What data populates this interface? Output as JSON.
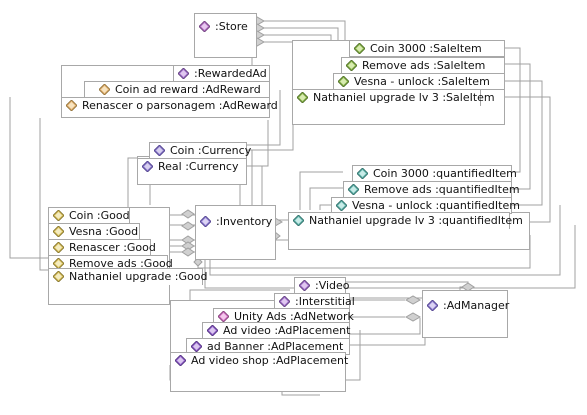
{
  "diagram": {
    "nodes": {
      "store": {
        "label": ":Store",
        "kind": "store",
        "color": "#b070c0"
      },
      "sale_coin": {
        "label": "Coin 3000 :SaleItem",
        "kind": "sale",
        "color": "#86b04a"
      },
      "sale_ads": {
        "label": "Remove ads :SaleItem",
        "kind": "sale",
        "color": "#86b04a"
      },
      "sale_vesna": {
        "label": "Vesna - unlock :SaleItem",
        "kind": "sale",
        "color": "#86b04a"
      },
      "sale_nat": {
        "label": "Nathaniel upgrade lv 3 :SaleItem",
        "kind": "sale",
        "color": "#86b04a"
      },
      "rewarded": {
        "label": ":RewardedAd",
        "kind": "rewarded",
        "color": "#a070c8"
      },
      "reward_coin": {
        "label": "Coin ad reward :AdReward",
        "kind": "reward",
        "color": "#e0b070"
      },
      "reward_renascer": {
        "label": "Renascer o parsonagem :AdReward",
        "kind": "reward",
        "color": "#e0b070"
      },
      "cur_coin": {
        "label": "Coin :Currency",
        "kind": "currency",
        "color": "#8878c8"
      },
      "cur_real": {
        "label": "Real :Currency",
        "kind": "currency",
        "color": "#8878c8"
      },
      "q_coin": {
        "label": "Coin 3000 :quantifiedItem",
        "kind": "quantified",
        "color": "#60b0a8"
      },
      "q_ads": {
        "label": "Remove ads :quantifiedItem",
        "kind": "quantified",
        "color": "#60b0a8"
      },
      "q_vesna": {
        "label": "Vesna - unlock  :quantifiedItem",
        "kind": "quantified",
        "color": "#60b0a8"
      },
      "q_nat": {
        "label": "Nathaniel upgrade lv 3 :quantifiedItem",
        "kind": "quantified",
        "color": "#60b0a8"
      },
      "good_coin": {
        "label": "Coin :Good",
        "kind": "good",
        "color": "#d8c060"
      },
      "good_vesna": {
        "label": "Vesna :Good",
        "kind": "good",
        "color": "#d8c060"
      },
      "good_renascer": {
        "label": "Renascer :Good",
        "kind": "good",
        "color": "#d8c060"
      },
      "good_ads": {
        "label": "Remove ads :Good",
        "kind": "good",
        "color": "#d8c060"
      },
      "good_nat": {
        "label": "Nathaniel upgrade :Good",
        "kind": "good",
        "color": "#d8c060"
      },
      "inventory": {
        "label": ":Inventory",
        "kind": "inventory",
        "color": "#9080d0"
      },
      "video": {
        "label": ":Video",
        "kind": "video",
        "color": "#a070c8"
      },
      "interstitial": {
        "label": ":Interstitial",
        "kind": "interstitial",
        "color": "#a070c8"
      },
      "unity": {
        "label": "Unity Ads :AdNetwork",
        "kind": "network",
        "color": "#d070c0"
      },
      "pl_video": {
        "label": "Ad video  :AdPlacement",
        "kind": "placement",
        "color": "#9060c8"
      },
      "pl_banner": {
        "label": "ad Banner :AdPlacement",
        "kind": "placement",
        "color": "#9060c8"
      },
      "pl_shop": {
        "label": "Ad video shop :AdPlacement",
        "kind": "placement",
        "color": "#9060c8"
      },
      "admanager": {
        "label": ":AdManager",
        "kind": "manager",
        "color": "#9080d0"
      }
    }
  }
}
